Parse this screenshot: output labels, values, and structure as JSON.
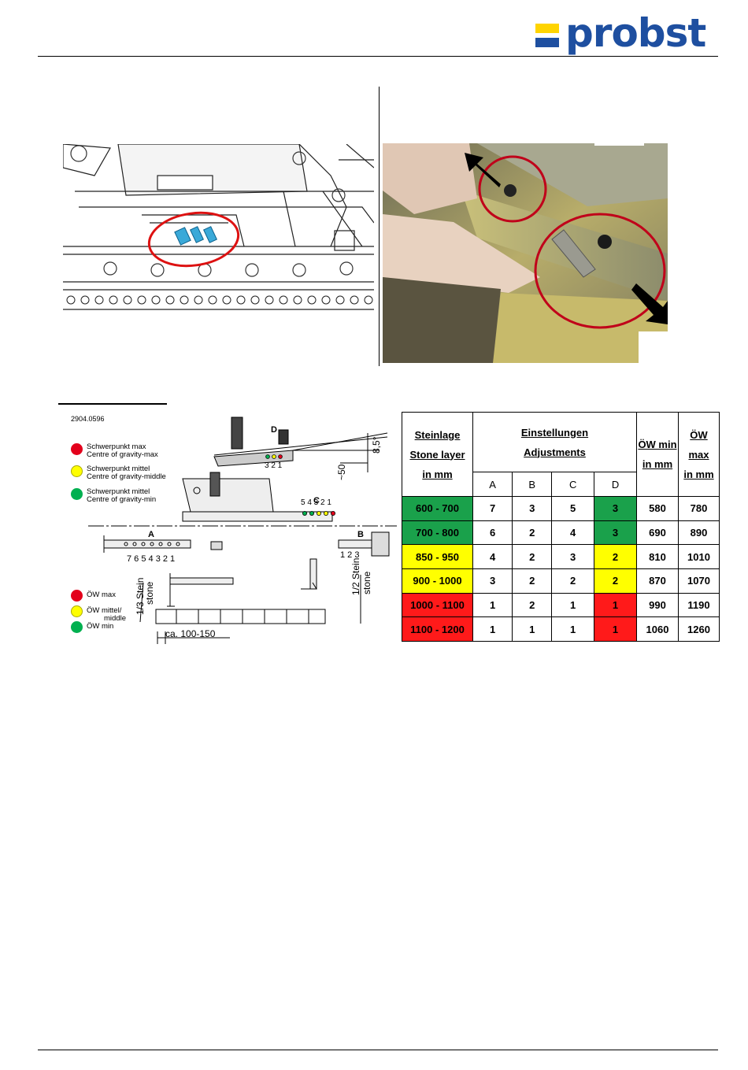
{
  "brand": {
    "name": "probst",
    "color_blue": "#1e4fa0",
    "color_yellow": "#ffd400"
  },
  "diagram": {
    "code": "2904.0596",
    "legend_top": [
      {
        "color": "#e3001b",
        "line1": "Schwerpunkt max",
        "line2": "Centre of gravity-max"
      },
      {
        "color": "#ffff00",
        "line1": "Schwerpunkt mittel",
        "line2": "Centre of gravity-middle"
      },
      {
        "color": "#00b050",
        "line1": "Schwerpunkt mittel",
        "line2": "Centre of gravity-min"
      }
    ],
    "legend_bottom": [
      {
        "color": "#e3001b",
        "line1": "ÖW max",
        "line2": ""
      },
      {
        "color": "#ffff00",
        "line1": "ÖW mittel/",
        "line2": "middle"
      },
      {
        "color": "#00b050",
        "line1": "ÖW min",
        "line2": ""
      }
    ],
    "labels": {
      "A": "A",
      "B": "B",
      "C": "C",
      "D": "D",
      "angle": "8,5°",
      "approx50": "~50",
      "scale_a": "7 6 5 4 3 2 1",
      "scale_b": "1 2 3",
      "scale_c": "5 4 3 2 1",
      "scale_d": "3 2 1",
      "third_stone": "1/3 Stein stone",
      "half_stone": "1/2 Stein stone",
      "third_a": "1/3 Stein",
      "third_b": "stone",
      "half_a": "1/2 Stein",
      "half_b": "stone",
      "gap": "ca. 100-150"
    }
  },
  "table": {
    "header": {
      "col1": [
        "Steinlage",
        "Stone layer",
        "in mm"
      ],
      "group": [
        "Einstellungen",
        "Adjustments"
      ],
      "sub": [
        "A",
        "B",
        "C",
        "D"
      ],
      "min": [
        "ÖW min",
        "in mm"
      ],
      "max": [
        "ÖW max",
        "in mm"
      ]
    },
    "rows": [
      {
        "layer": "600 - 700",
        "A": "7",
        "B": "3",
        "C": "5",
        "D": "3",
        "min": "580",
        "max": "780",
        "color": "g"
      },
      {
        "layer": "700 - 800",
        "A": "6",
        "B": "2",
        "C": "4",
        "D": "3",
        "min": "690",
        "max": "890",
        "color": "g"
      },
      {
        "layer": "850 - 950",
        "A": "4",
        "B": "2",
        "C": "3",
        "D": "2",
        "min": "810",
        "max": "1010",
        "color": "y"
      },
      {
        "layer": "900 - 1000",
        "A": "3",
        "B": "2",
        "C": "2",
        "D": "2",
        "min": "870",
        "max": "1070",
        "color": "y"
      },
      {
        "layer": "1000 - 1100",
        "A": "1",
        "B": "2",
        "C": "1",
        "D": "1",
        "min": "990",
        "max": "1190",
        "color": "r"
      },
      {
        "layer": "1100 - 1200",
        "A": "1",
        "B": "1",
        "C": "1",
        "D": "1",
        "min": "1060",
        "max": "1260",
        "color": "r"
      }
    ]
  }
}
